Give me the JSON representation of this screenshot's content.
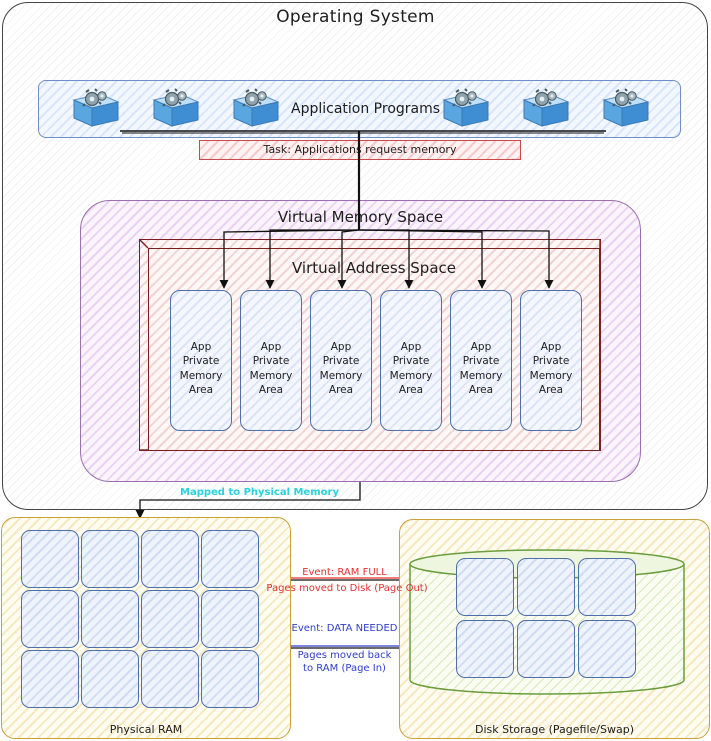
{
  "os": {
    "title": "Operating System"
  },
  "apps": {
    "label": "Application Programs",
    "icon": "app-gear-icon",
    "count": 6
  },
  "task": {
    "label": "Task: Applications request memory",
    "color": "#c84a4a"
  },
  "virtual_memory": {
    "title": "Virtual Memory Space",
    "color": "#9b6fb0"
  },
  "virtual_address": {
    "title": "Virtual Address Space",
    "color": "#7a1f1f",
    "areas": [
      "App\nPrivate\nMemory\nArea",
      "App\nPrivate\nMemory\nArea",
      "App\nPrivate\nMemory\nArea",
      "App\nPrivate\nMemory\nArea",
      "App\nPrivate\nMemory\nArea",
      "App\nPrivate\nMemory\nArea"
    ]
  },
  "mapping": {
    "label": "Mapped to Physical Memory",
    "color": "#29d3dc"
  },
  "physical_ram": {
    "label": "Physical RAM",
    "rows": 3,
    "cols": 4
  },
  "disk": {
    "label": "Disk Storage (Pagefile/Swap)",
    "rows": 2,
    "cols": 3,
    "color": "#6a9e3c"
  },
  "events": {
    "page_out_event": "Event: RAM FULL",
    "page_out_desc": "Pages moved to Disk (Page Out)",
    "page_out_color": "#e03131",
    "page_in_event": "Event: DATA NEEDED",
    "page_in_desc_1": "Pages moved back",
    "page_in_desc_2": "to RAM (Page In)",
    "page_in_color": "#2f3fc8"
  }
}
